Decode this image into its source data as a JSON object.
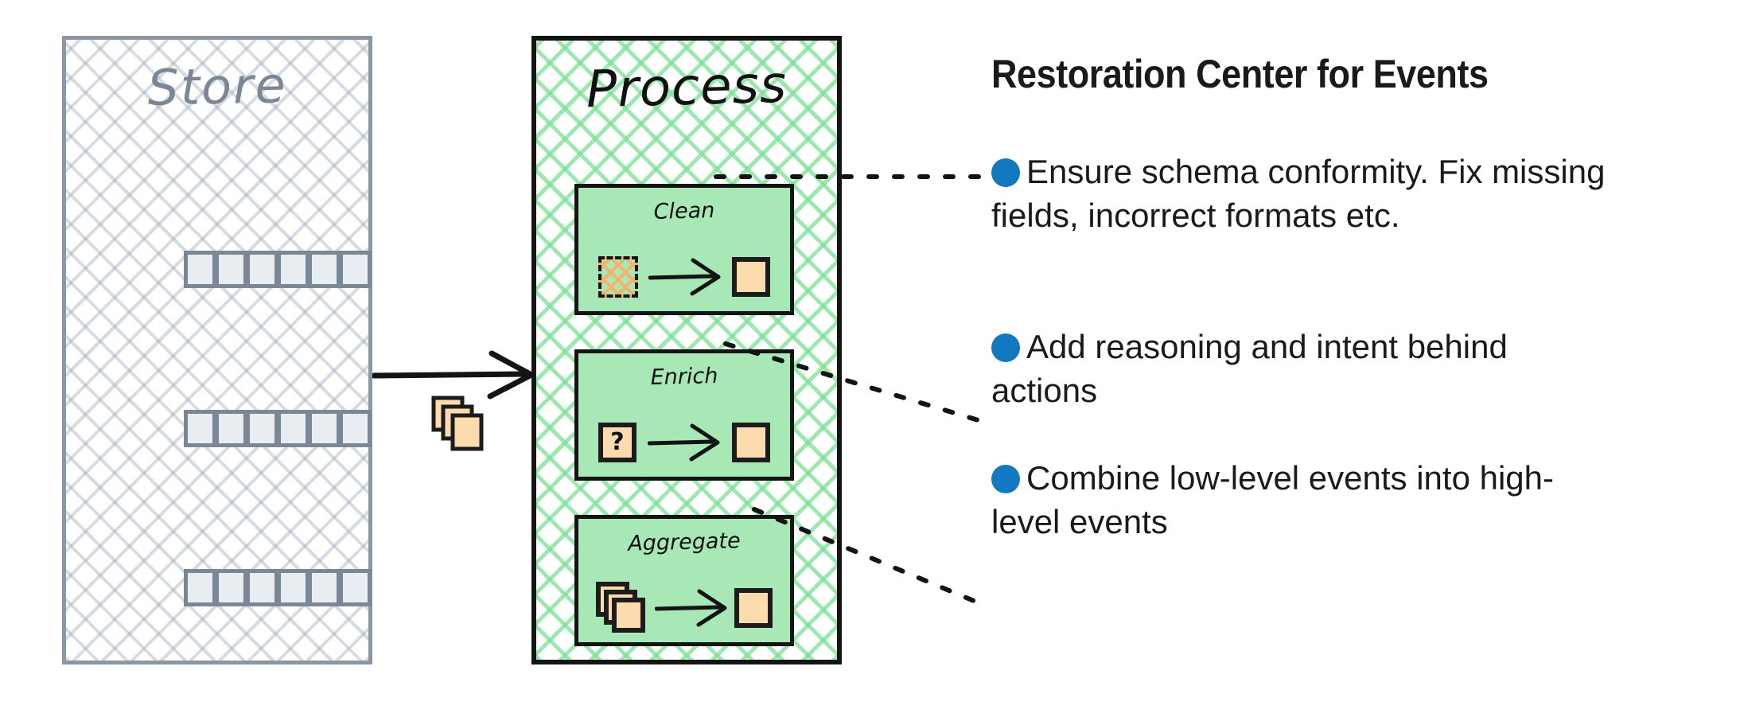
{
  "diagram": {
    "store": {
      "title": "Store",
      "rows": [
        {
          "cells": 6
        },
        {
          "cells": 6
        },
        {
          "cells": 6
        }
      ]
    },
    "process": {
      "title": "Process",
      "steps": [
        {
          "label": "Clean",
          "input_icon": "dirty-hatched-square",
          "output_icon": "clean-square"
        },
        {
          "label": "Enrich",
          "input_icon": "question-square",
          "input_glyph": "?",
          "output_icon": "clean-square"
        },
        {
          "label": "Aggregate",
          "input_icon": "stacked-squares",
          "output_icon": "clean-square"
        }
      ]
    },
    "flow": {
      "arrow_icon": "right-arrow-icon",
      "payload_icon": "event-card-stack-icon"
    }
  },
  "panel": {
    "title": "Restoration Center for Events",
    "bullets": [
      {
        "text": "Ensure schema conformity. Fix missing fields, incorrect formats etc.",
        "source_step": "Clean"
      },
      {
        "text": "Add reasoning and intent behind actions",
        "source_step": "Enrich"
      },
      {
        "text": "Combine low-level events into high-level events",
        "source_step": "Aggregate"
      }
    ]
  },
  "colors": {
    "bullet_blue": "#1278bf",
    "process_green": "#a8e8b6",
    "hatch_green": "#7ce096",
    "store_grey": "#8a97a4",
    "card_orange": "#fcdcae",
    "dirty_orange": "#f6b26b",
    "ink": "#1a1a1a"
  }
}
